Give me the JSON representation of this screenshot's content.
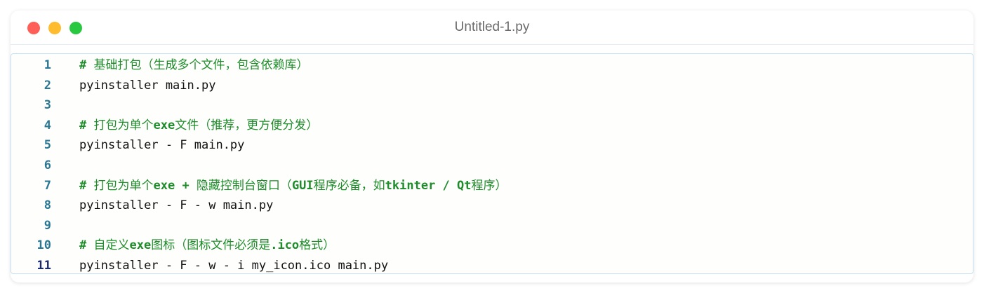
{
  "window": {
    "title": "Untitled-1.py",
    "controls": [
      {
        "name": "close",
        "color": "#ff5f57"
      },
      {
        "name": "minimize",
        "color": "#febc2e"
      },
      {
        "name": "maximize",
        "color": "#28c840"
      }
    ]
  },
  "editor": {
    "language": "python",
    "current_line": 11,
    "colors": {
      "comment": "#1e8c2a",
      "line_number": "#2a7894",
      "current_line_number": "#1b2a6b",
      "text": "#111111"
    },
    "lines": [
      {
        "n": "1",
        "type": "comment",
        "text": "# 基础打包（生成多个文件，包含依赖库）"
      },
      {
        "n": "2",
        "type": "code",
        "text": "pyinstaller main.py"
      },
      {
        "n": "3",
        "type": "blank",
        "text": ""
      },
      {
        "n": "4",
        "type": "comment",
        "text": "# 打包为单个exe文件（推荐，更方便分发）"
      },
      {
        "n": "5",
        "type": "code",
        "text": "pyinstaller - F main.py"
      },
      {
        "n": "6",
        "type": "blank",
        "text": ""
      },
      {
        "n": "7",
        "type": "comment",
        "text": "# 打包为单个exe + 隐藏控制台窗口（GUI程序必备，如tkinter / Qt程序）"
      },
      {
        "n": "8",
        "type": "code",
        "text": "pyinstaller - F - w main.py"
      },
      {
        "n": "9",
        "type": "blank",
        "text": ""
      },
      {
        "n": "10",
        "type": "comment",
        "text": "# 自定义exe图标（图标文件必须是.ico格式）"
      },
      {
        "n": "11",
        "type": "code",
        "text": "pyinstaller - F - w - i my_icon.ico main.py"
      }
    ]
  }
}
